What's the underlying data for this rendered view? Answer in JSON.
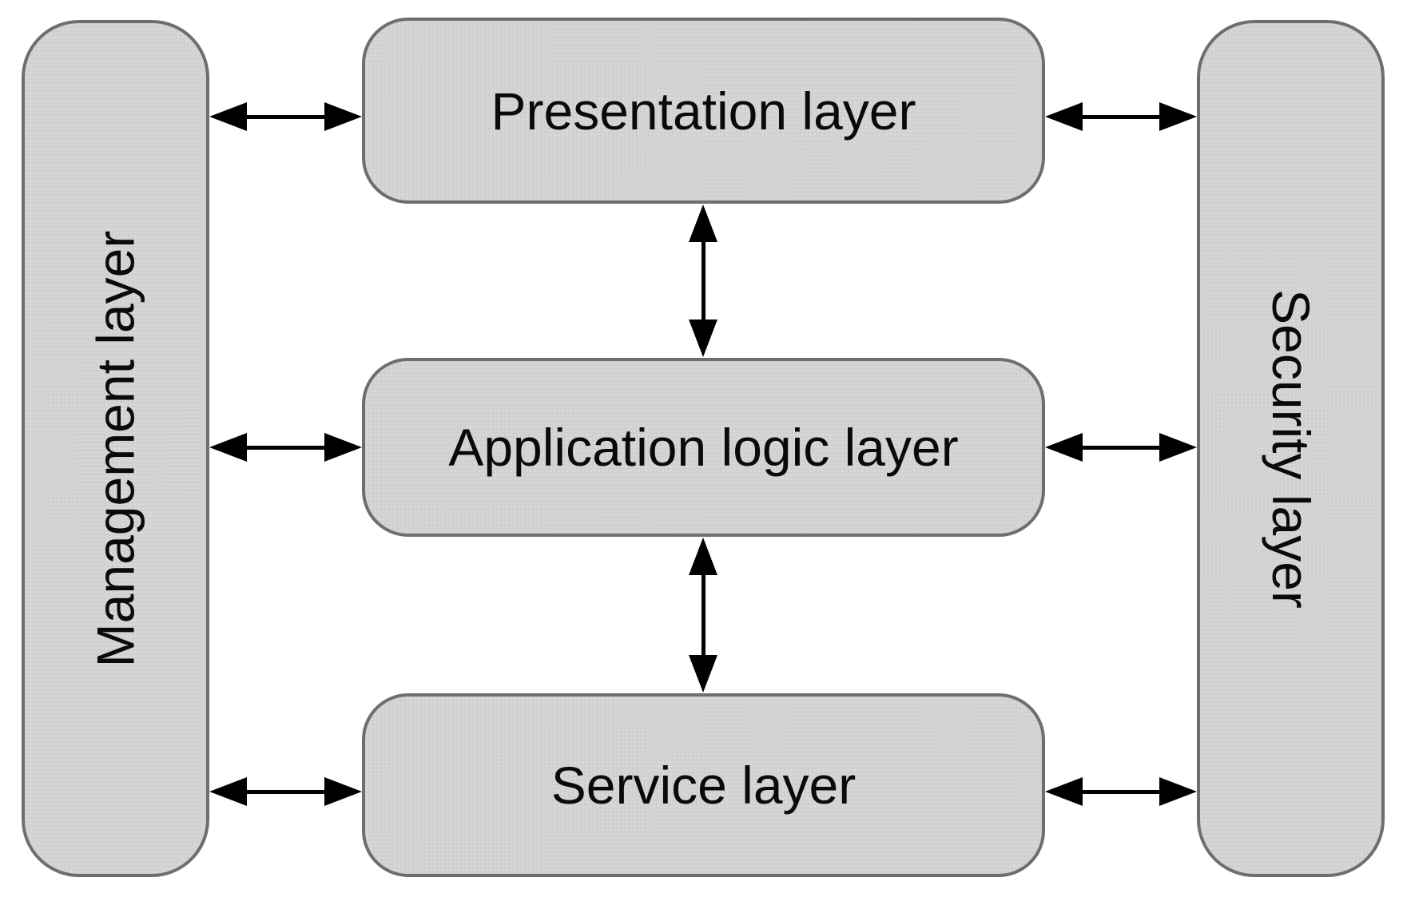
{
  "colors": {
    "page_bg": "#ffffff",
    "box_fill": "#d1d1d1",
    "box_dot": "#dedede",
    "box_border": "#6e6e6e",
    "arrow": "#000000",
    "text": "#0a0a0a"
  },
  "side_layers": [
    {
      "id": "management",
      "label": "Management layer"
    },
    {
      "id": "security",
      "label": "Security layer"
    }
  ],
  "core_layers": [
    {
      "id": "presentation",
      "label": "Presentation layer"
    },
    {
      "id": "application",
      "label": "Application logic layer"
    },
    {
      "id": "service",
      "label": "Service layer"
    }
  ]
}
